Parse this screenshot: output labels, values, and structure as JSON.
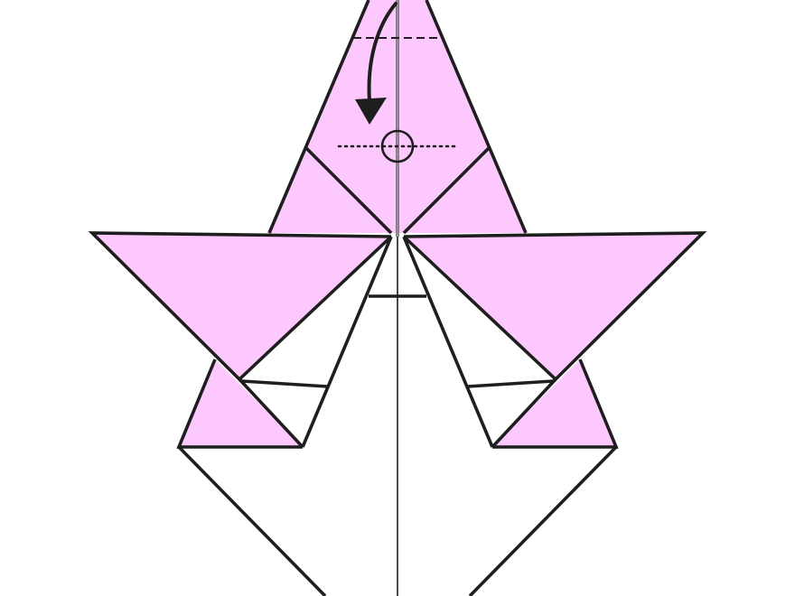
{
  "diagram": {
    "kind": "origami-fold-step",
    "colors": {
      "paper_colored": "#fdc8fe",
      "paper_white": "#ffffff",
      "line": "#1e1e1e",
      "background": "#ffffff"
    },
    "symbols": [
      {
        "type": "valley-fold-line",
        "style": "dashed"
      },
      {
        "type": "mountain-fold-line",
        "style": "dotted"
      },
      {
        "type": "fold-arrow",
        "direction": "down"
      },
      {
        "type": "reference-circle"
      }
    ]
  }
}
